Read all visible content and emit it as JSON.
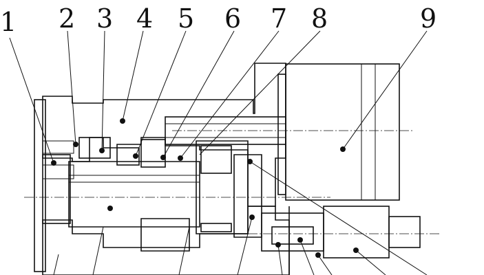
{
  "labels": [
    "1",
    "2",
    "3",
    "4",
    "5",
    "6",
    "7",
    "8",
    "9"
  ],
  "colors": {
    "ink": "#111111",
    "background": "#ffffff"
  }
}
